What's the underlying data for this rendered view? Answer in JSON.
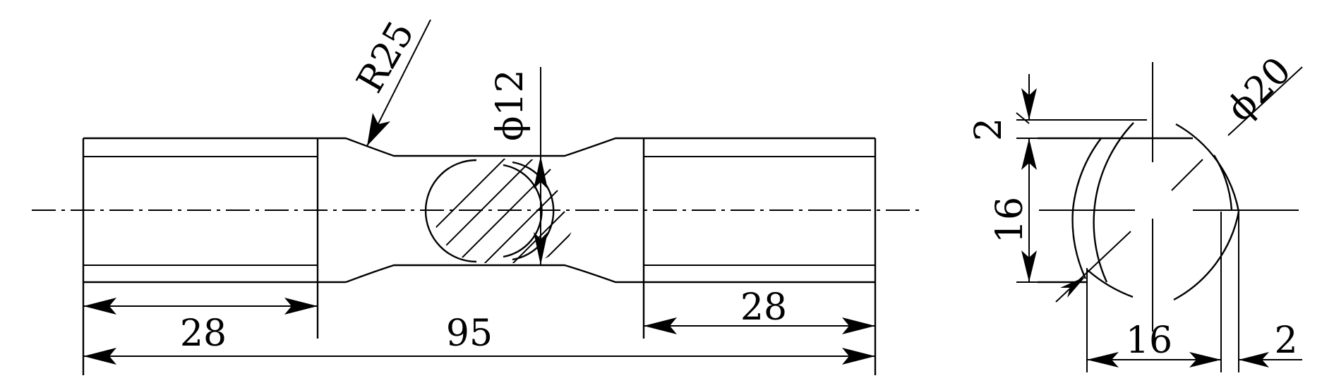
{
  "dimensions": {
    "front_left_thread_length": "28",
    "front_overall_length": "95",
    "front_right_thread_length": "28",
    "fillet_radius": "R25",
    "neck_diameter": "ϕ12",
    "side_flat_width": "16",
    "side_flat_height": "16",
    "side_top_offset": "2",
    "side_right_offset": "2",
    "side_outer_diameter": "ϕ20"
  },
  "colors": {
    "line": "#000000",
    "background": "#ffffff"
  }
}
